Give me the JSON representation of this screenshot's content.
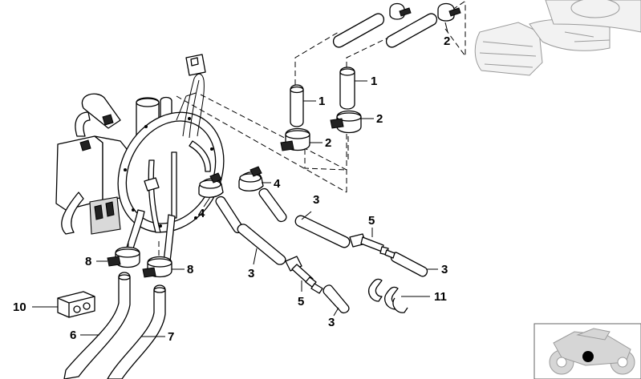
{
  "callouts": {
    "c1a": "1",
    "c1b": "1",
    "c2a": "2",
    "c2b": "2",
    "c2c": "2",
    "c3a": "3",
    "c3b": "3",
    "c3c": "3",
    "c3d": "3",
    "c4a": "4",
    "c4b": "4",
    "c5a": "5",
    "c5b": "5",
    "c6": "6",
    "c7": "7",
    "c8a": "8",
    "c8b": "8",
    "c10": "10",
    "c11": "11"
  },
  "parts": [
    {
      "label": "1",
      "name": "hose"
    },
    {
      "label": "2",
      "name": "hose clamp"
    },
    {
      "label": "3",
      "name": "hose"
    },
    {
      "label": "4",
      "name": "hose clamp"
    },
    {
      "label": "5",
      "name": "connector"
    },
    {
      "label": "6",
      "name": "hose"
    },
    {
      "label": "7",
      "name": "hose"
    },
    {
      "label": "8",
      "name": "hose clamp"
    },
    {
      "label": "10",
      "name": "holder"
    },
    {
      "label": "11",
      "name": "clip"
    }
  ],
  "colors": {
    "line": "#000000",
    "background": "#ffffff",
    "ghost": "#9a9a9a",
    "position_dot": "#000000"
  },
  "icons": {
    "locator": "motorcycle-locator-icon"
  }
}
